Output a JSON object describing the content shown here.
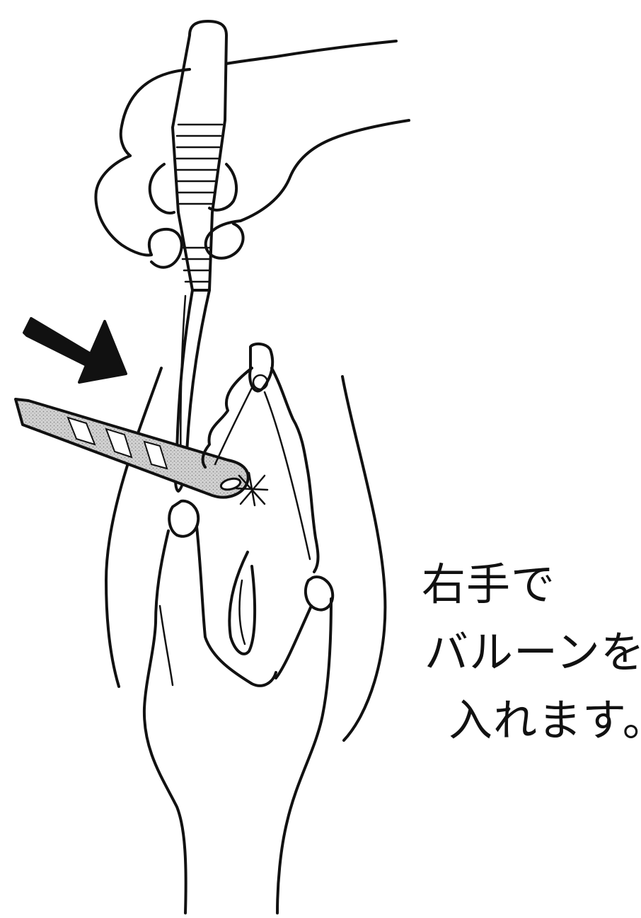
{
  "caption": {
    "line1": "右手で",
    "line2": "バルーンを",
    "line3": "入れます。"
  },
  "colors": {
    "ink": "#111111",
    "background": "#ffffff",
    "catheter_fill": "#cfcfcf"
  },
  "icons": [
    "arrow-icon",
    "forceps-icon",
    "catheter-icon",
    "hand-icon",
    "spark-icon"
  ]
}
